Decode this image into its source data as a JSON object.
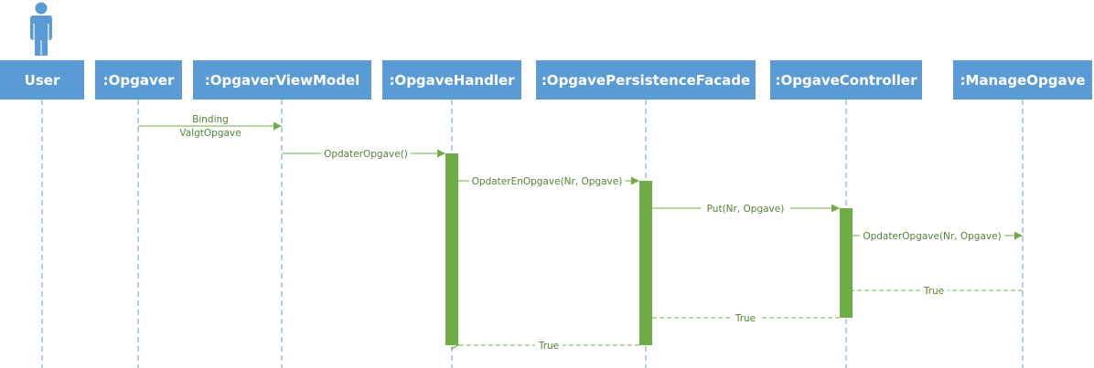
{
  "colors": {
    "participant": "#5b9bd5",
    "lifeline": "#5b9bd5",
    "activation": "#70ad47",
    "message": "#70ad47",
    "message_text": "#548235"
  },
  "actor": {
    "icon": "person-icon"
  },
  "participants": [
    {
      "id": "user",
      "label": "User"
    },
    {
      "id": "opgaver",
      "label": ":Opgaver"
    },
    {
      "id": "viewmodel",
      "label": ":OpgaverViewModel"
    },
    {
      "id": "handler",
      "label": ":OpgaveHandler"
    },
    {
      "id": "facade",
      "label": ":OpgavePersistenceFacade"
    },
    {
      "id": "controller",
      "label": ":OpgaveController"
    },
    {
      "id": "manage",
      "label": ":ManageOpgave"
    }
  ],
  "messages": [
    {
      "label_lines": [
        "Binding",
        "ValgtOpgave"
      ],
      "type": "call"
    },
    {
      "label": "OpdaterOpgave()",
      "type": "call"
    },
    {
      "label": "OpdaterEnOpgave(Nr, Opgave)",
      "type": "call"
    },
    {
      "label": "Put(Nr, Opgave)",
      "type": "call"
    },
    {
      "label": "OpdaterOpgave(Nr, Opgave)",
      "type": "call"
    },
    {
      "label": "True",
      "type": "return"
    },
    {
      "label": "True",
      "type": "return"
    },
    {
      "label": "True",
      "type": "return"
    }
  ]
}
